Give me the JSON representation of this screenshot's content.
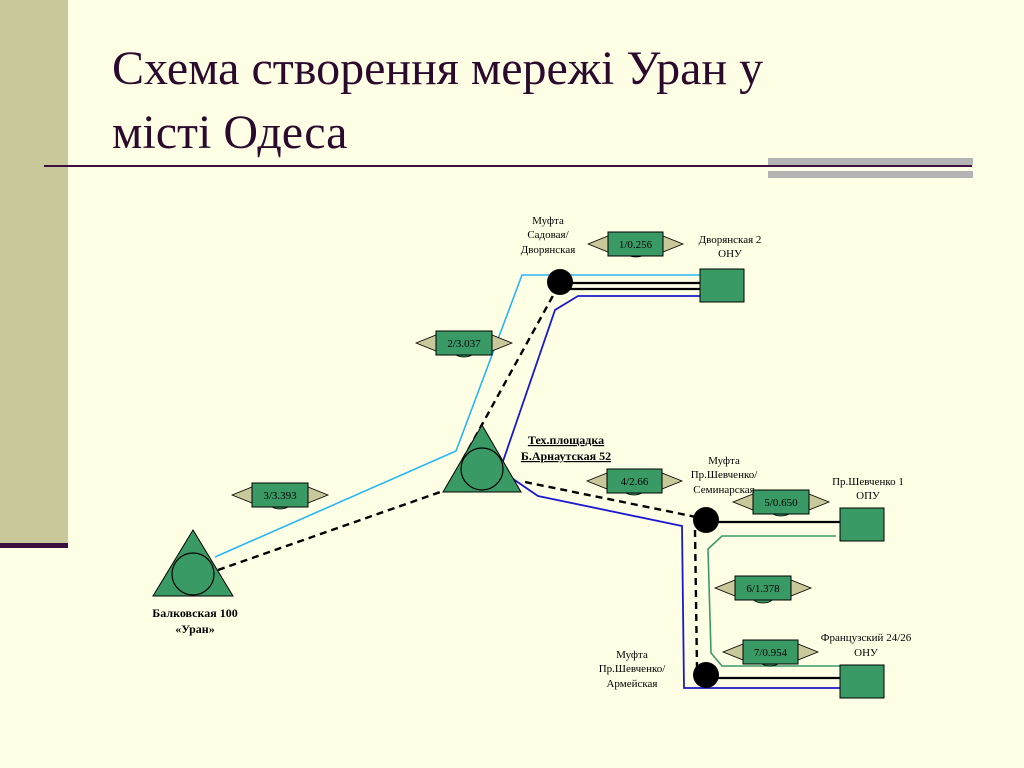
{
  "title": {
    "line1": "Схема створення мережі Уран у",
    "line2": "місті Одеса"
  },
  "colors": {
    "background": "#ffffe6",
    "sidebar": "#c9c89a",
    "title": "#2b0a2e",
    "divider": "#3b0f3f",
    "accent_bar": "#b4b4b4",
    "node_fill": "#3a9a66",
    "cable_cyan": "#29b6f6",
    "cable_blue": "#1a1acc",
    "cable_green": "#3a9a66",
    "tag_fill": "#c9c89a"
  },
  "nodes": {
    "balkovskaya": {
      "line1": "Балковская 100",
      "line2": "«Уран»"
    },
    "tech_site": {
      "line1": "Тех.площадка",
      "line2": "Б.Арнаутская 52"
    },
    "mufta_sadovaya": {
      "line1": "Муфта",
      "line2": "Садовая/",
      "line3": "Дворянская"
    },
    "dvoryanskaya": {
      "line1": "Дворянская 2",
      "line2": "ОНУ"
    },
    "mufta_seminarskaya": {
      "line1": "Муфта",
      "line2": "Пр.Шевченко/",
      "line3": "Семинарская"
    },
    "shevchenko": {
      "line1": "Пр.Шевченко 1",
      "line2": "ОПУ"
    },
    "mufta_armeyskaya": {
      "line1": "Муфта",
      "line2": "Пр.Шевченко/",
      "line3": "Армейская"
    },
    "frantsuzsky": {
      "line1": "Французский 24/26",
      "line2": "ОНУ"
    }
  },
  "segments": {
    "s1": "1/0.256",
    "s2": "2/3.037",
    "s3": "3/3.393",
    "s4": "4/2.66",
    "s5": "5/0.650",
    "s6": "6/1.378",
    "s7": "7/0.954"
  }
}
